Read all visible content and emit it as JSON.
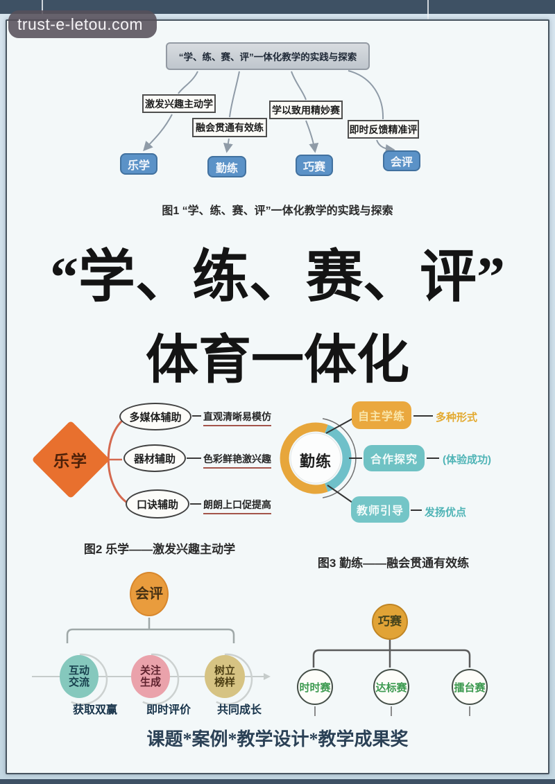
{
  "watermark": {
    "text": "trust-e-letou.com"
  },
  "figure1": {
    "title": "“学、练、赛、评”一体化教学的实践与探索",
    "branches": [
      {
        "label": "激发兴趣主动学",
        "target": "乐学"
      },
      {
        "label": "融会贯通有效练",
        "target": "勤练"
      },
      {
        "label": "学以致用精妙赛",
        "target": "巧赛"
      },
      {
        "label": "即时反馈精准评",
        "target": "会评"
      }
    ],
    "caption": "图1 “学、练、赛、评”一体化教学的实践与探索"
  },
  "main_title": {
    "line1": "“学、练、赛、评”",
    "line2": "体育一体化"
  },
  "figure2": {
    "center": "乐学",
    "items": [
      {
        "node": "多媒体辅助",
        "note": "直观清晰易模仿"
      },
      {
        "node": "器材辅助",
        "note": "色彩鲜艳激兴趣"
      },
      {
        "node": "口诀辅助",
        "note": "朗朗上口促提高"
      }
    ],
    "caption": "图2 乐学——激发兴趣主动学"
  },
  "figure3": {
    "center": "勤练",
    "items": [
      {
        "node": "自主学练",
        "note": "多种形式"
      },
      {
        "node": "合作探究",
        "note": "(体验成功)"
      },
      {
        "node": "教师引导",
        "note": "发扬优点"
      }
    ],
    "caption": "图3 勤练——融会贯通有效练"
  },
  "figure4": {
    "center": "会评",
    "items": [
      {
        "line1": "互动",
        "line2": "交流",
        "note": "获取双赢"
      },
      {
        "line1": "关注",
        "line2": "生成",
        "note": "即时评价"
      },
      {
        "line1": "树立",
        "line2": "榜样",
        "note": "共同成长"
      }
    ]
  },
  "figure5": {
    "center": "巧赛",
    "items": [
      {
        "node": "时时赛"
      },
      {
        "node": "达标赛"
      },
      {
        "node": "擂台赛"
      }
    ]
  },
  "footer": {
    "text": "课题*案例*教学设计*教学成果奖"
  },
  "colors": {
    "top_bar": "#3e5164",
    "flow_node_blue": "#5b92c7",
    "diamond_orange": "#e8702e",
    "ring_orange": "#e7a63b",
    "ring_teal": "#6fc0c9",
    "circle_teal": "#85c8bd",
    "circle_pink": "#eaa2ab",
    "circle_tan": "#d6c383",
    "node_orange": "#e99c3d",
    "race_text_green": "#3d9a50",
    "underline_red": "#a3544a"
  }
}
